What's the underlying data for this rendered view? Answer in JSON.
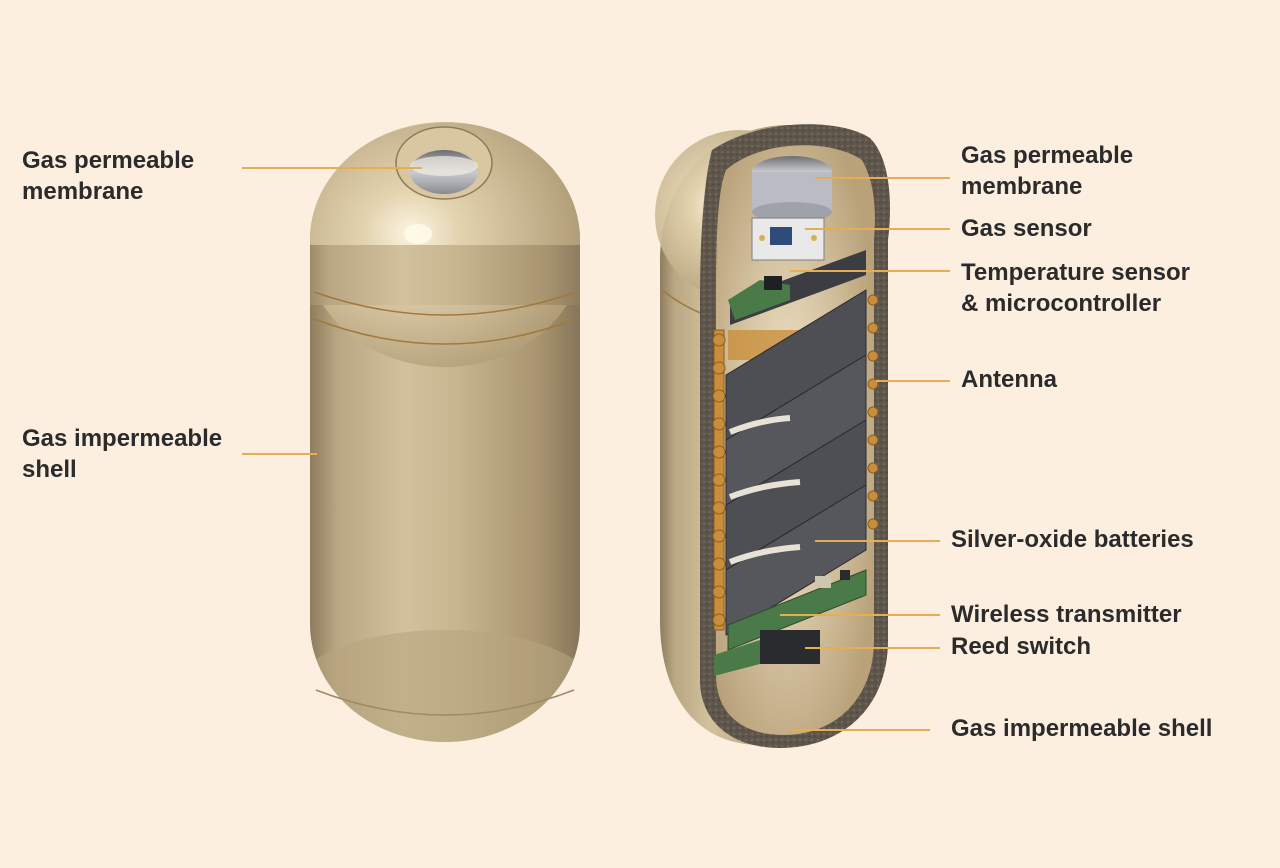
{
  "intact_capsule": {
    "labels": [
      {
        "key": "membrane",
        "lines": [
          "Gas permeable",
          "membrane"
        ]
      },
      {
        "key": "shell",
        "lines": [
          "Gas impermeable",
          "shell"
        ]
      }
    ]
  },
  "cutaway_capsule": {
    "labels": [
      {
        "key": "membrane",
        "lines": [
          "Gas permeable",
          "membrane"
        ]
      },
      {
        "key": "gas_sensor",
        "lines": [
          "Gas sensor"
        ]
      },
      {
        "key": "temp_sensor",
        "lines": [
          "Temperature sensor",
          "& microcontroller"
        ]
      },
      {
        "key": "antenna",
        "lines": [
          "Antenna"
        ]
      },
      {
        "key": "batteries",
        "lines": [
          "Silver-oxide batteries"
        ]
      },
      {
        "key": "transmitter",
        "lines": [
          "Wireless transmitter"
        ]
      },
      {
        "key": "reed_switch",
        "lines": [
          "Reed switch"
        ]
      },
      {
        "key": "shell",
        "lines": [
          "Gas impermeable shell"
        ]
      }
    ]
  },
  "colors": {
    "background": "#fcefe0",
    "capsule_shell": "#c9b896",
    "shell_cut": "#5e554b",
    "battery": "#4d4f55",
    "pcb": "#4a7a48",
    "antenna_copper": "#c98e3c",
    "leader_line": "#e6ad52",
    "label_text": "#2b2b2b"
  }
}
